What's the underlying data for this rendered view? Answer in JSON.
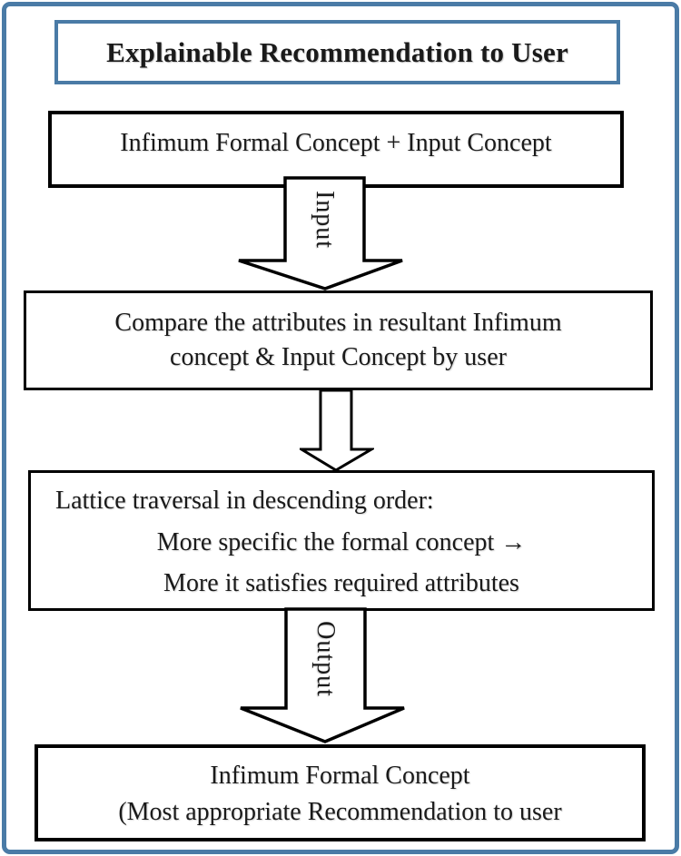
{
  "title": {
    "text": "Explainable Recommendation to User"
  },
  "flow": {
    "box1": {
      "text": "Infimum Formal Concept + Input Concept"
    },
    "arrow_input": {
      "label": "Input"
    },
    "box2": {
      "line1": "Compare the attributes in resultant Infimum",
      "line2": "concept & Input Concept by user"
    },
    "box3": {
      "heading": "Lattice traversal in descending order:",
      "line1": "More specific the formal concept →",
      "line2": "More it satisfies required attributes"
    },
    "arrow_output": {
      "label": "Output"
    },
    "box4": {
      "line1": "Infimum Formal Concept",
      "line2": "(Most appropriate Recommendation to user"
    }
  },
  "colors": {
    "frame_blue": "#4a7ba6",
    "box_border": "#000000",
    "text": "#1a1a1a",
    "arrow_fill": "#ffffff"
  }
}
